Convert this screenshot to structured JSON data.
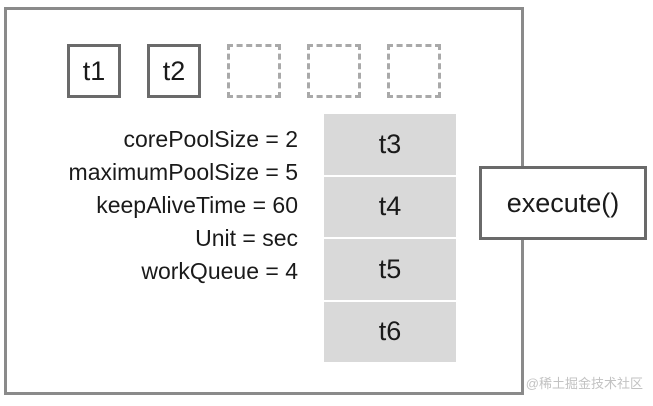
{
  "pool": {
    "threads": [
      {
        "label": "t1",
        "state": "filled"
      },
      {
        "label": "t2",
        "state": "filled"
      },
      {
        "label": "",
        "state": "empty"
      },
      {
        "label": "",
        "state": "empty"
      },
      {
        "label": "",
        "state": "empty"
      }
    ]
  },
  "params": [
    "corePoolSize = 2",
    "maximumPoolSize = 5",
    "keepAliveTime = 60",
    "Unit = sec",
    "workQueue = 4"
  ],
  "queue": {
    "items": [
      "t3",
      "t4",
      "t5",
      "t6"
    ]
  },
  "execute": {
    "label": "execute()"
  },
  "watermark": {
    "text": "@稀土掘金技术社区"
  },
  "colors": {
    "frame_border": "#8a8a8a",
    "queue_fill": "#d9d9d9",
    "empty_slot_border": "#a9a9a9"
  }
}
